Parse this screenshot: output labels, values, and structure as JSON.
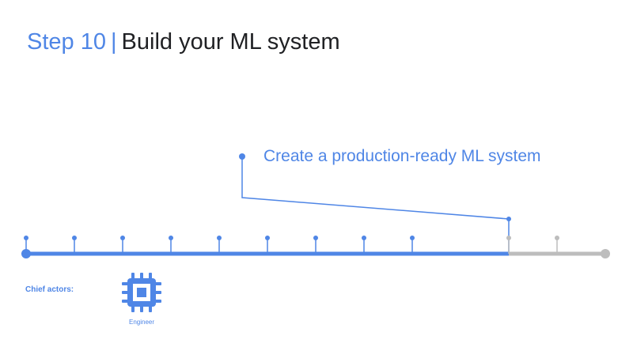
{
  "title": {
    "step": "Step 10",
    "separator": "|",
    "text": "Build your ML system"
  },
  "callout": {
    "text": "Create a production-ready ML system"
  },
  "timeline": {
    "total_steps": 12,
    "current_step": 10,
    "active_color": "#4f86e6",
    "inactive_color": "#bdbdbd"
  },
  "actors": {
    "label": "Chief actors:",
    "items": [
      {
        "name": "Engineer",
        "icon": "chip-icon"
      }
    ]
  }
}
